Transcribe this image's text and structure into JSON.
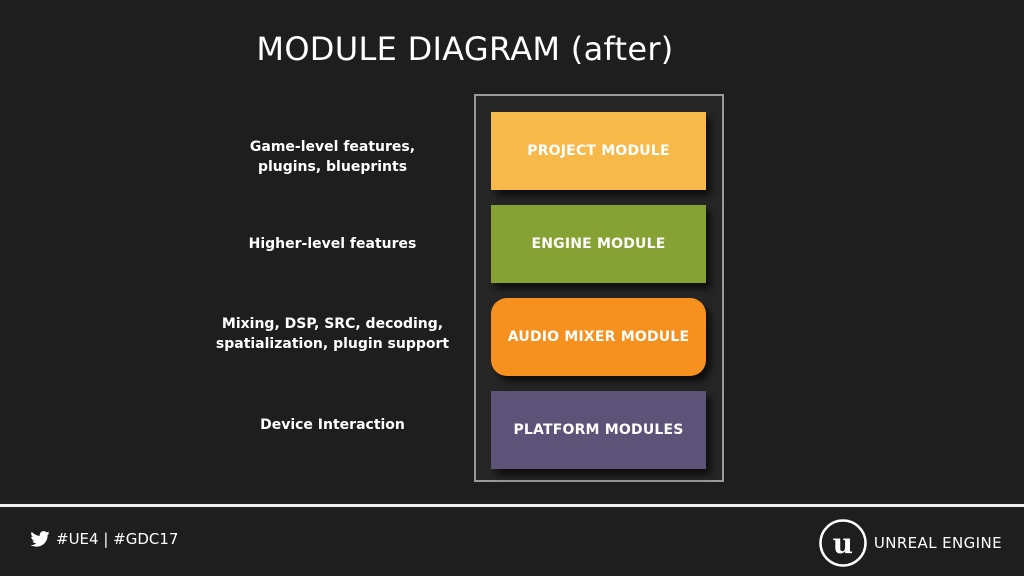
{
  "slide": {
    "title": "MODULE DIAGRAM (after)"
  },
  "labels": [
    "Game-level features,\nplugins, blueprints",
    "Higher-level features",
    "Mixing, DSP, SRC, decoding,\nspatialization, plugin support",
    "Device Interaction"
  ],
  "modules": [
    {
      "label": "PROJECT MODULE",
      "color": "#f7b94a"
    },
    {
      "label": "ENGINE MODULE",
      "color": "#87a234"
    },
    {
      "label": "AUDIO MIXER MODULE",
      "color": "#f6901f"
    },
    {
      "label": "PLATFORM MODULES",
      "color": "#5d5277"
    }
  ],
  "footer": {
    "hashtags": "#UE4 | #GDC17",
    "hashtag_icon": "twitter-bird-icon",
    "brand": "UNREAL ENGINE",
    "brand_icon": "unreal-engine-logo-icon"
  }
}
